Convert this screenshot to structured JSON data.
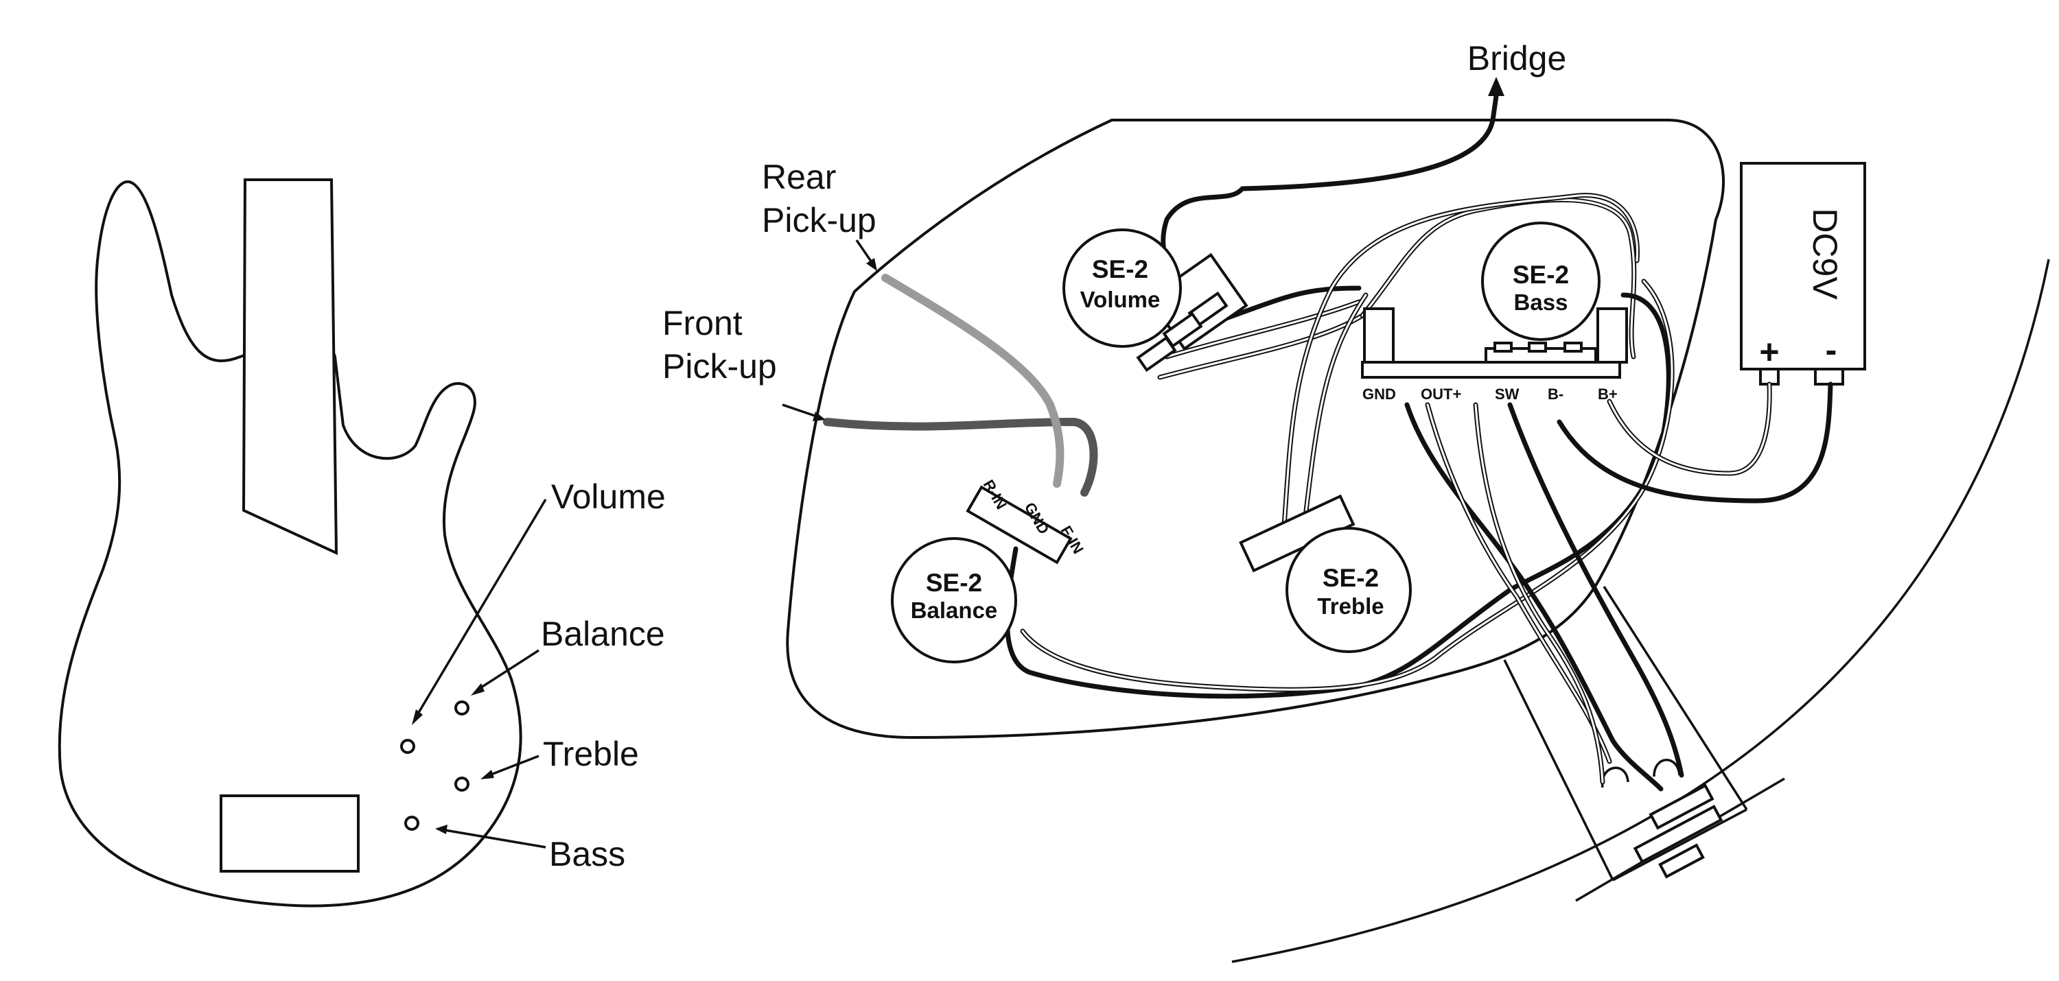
{
  "guitar_labels": {
    "volume": "Volume",
    "balance": "Balance",
    "treble": "Treble",
    "bass": "Bass"
  },
  "wiring_labels": {
    "bridge": "Bridge",
    "rear_pickup_line1": "Rear",
    "rear_pickup_line2": "Pick-up",
    "front_pickup_line1": "Front",
    "front_pickup_line2": "Pick-up"
  },
  "knobs": {
    "volume": {
      "model": "SE-2",
      "name": "Volume"
    },
    "bass": {
      "model": "SE-2",
      "name": "Bass"
    },
    "balance": {
      "model": "SE-2",
      "name": "Balance"
    },
    "treble": {
      "model": "SE-2",
      "name": "Treble"
    }
  },
  "preamp_pins": [
    "GND",
    "OUT+",
    "SW",
    "B-",
    "B+"
  ],
  "balance_pins": [
    "R-IN",
    "GND",
    "F-IN"
  ],
  "battery": {
    "label": "DC9V",
    "plus": "+",
    "minus": "-"
  },
  "colors": {
    "line": "#111111",
    "front_pickup_wire": "#555555",
    "rear_pickup_wire": "#9a9a9a",
    "background": "#ffffff"
  }
}
